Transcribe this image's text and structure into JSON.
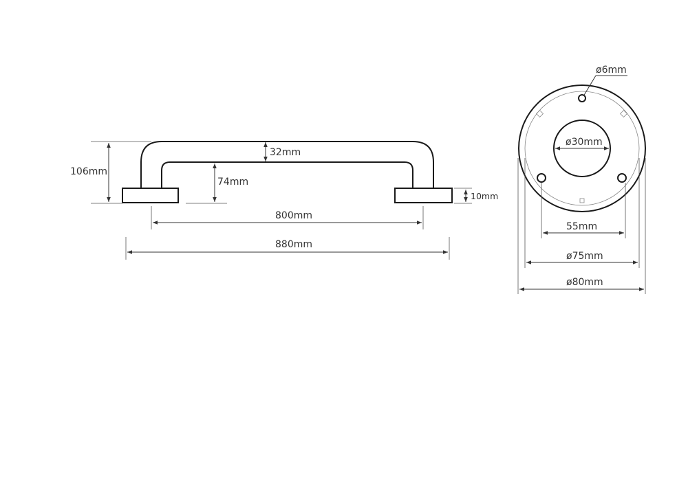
{
  "side_view": {
    "height_label": "106mm",
    "bar_thickness_label": "32mm",
    "inner_height_label": "74mm",
    "base_thickness_label": "10mm",
    "inner_length_label": "800mm",
    "overall_length_label": "880mm"
  },
  "flange_view": {
    "screw_hole_label": "ø6mm",
    "center_hole_label": "ø30mm",
    "hole_spacing_label": "55mm",
    "inner_diameter_label": "ø75mm",
    "outer_diameter_label": "ø80mm"
  },
  "colors": {
    "line": "#1a1a1a",
    "text": "#333333",
    "background": "#ffffff"
  }
}
